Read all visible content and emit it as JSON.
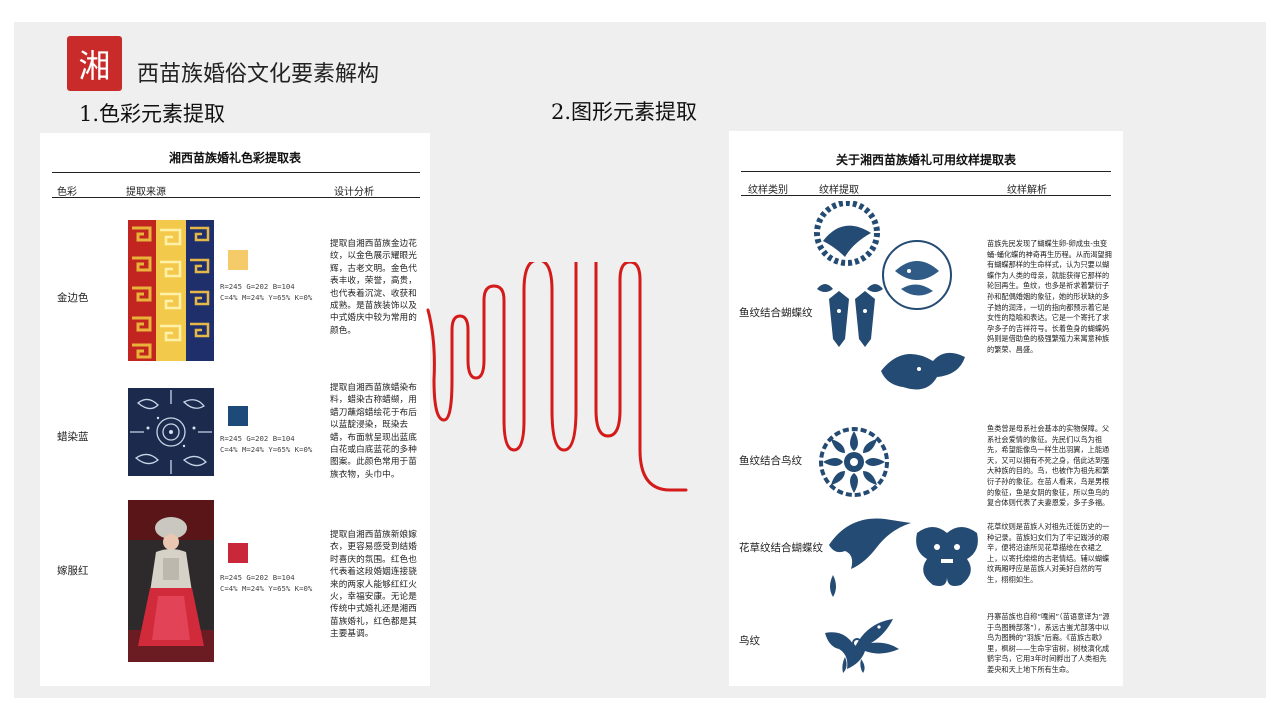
{
  "header": {
    "logo_char": "湘",
    "title": "西苗族婚俗文化要素解构"
  },
  "sections": {
    "color": "1.色彩元素提取",
    "pattern": "2.图形元素提取"
  },
  "color_table": {
    "title": "湘西苗族婚礼色彩提取表",
    "headers": [
      "色彩",
      "提取来源",
      "设计分析"
    ],
    "rows": [
      {
        "name": "金边色",
        "swatch": "#f5ca68",
        "rgb": "R=245 G=202 B=104",
        "cmyk": "C=4% M=24% Y=65% K=0%",
        "analysis": "提取自湘西苗族金边花纹，以金色展示耀眼光辉，古老文明。金色代表丰收，荣誉，高贵，也代表着沉淀、收获和成熟。是苗族装饰以及中式婚庆中较为常用的颜色。"
      },
      {
        "name": "蜡染蓝",
        "swatch": "#1e4a79",
        "rgb": "R=245 G=202 B=104",
        "cmyk": "C=4% M=24% Y=65% K=0%",
        "analysis": "提取自湘西苗族蜡染布料，蜡染古称蜡缬，用蜡刀蘸熔蜡绘花于布后以蓝靛浸染，既染去蜡，布面就呈现出蓝底白花或白底蓝花的多种图案。此颜色常用于苗族衣物，头巾中。"
      },
      {
        "name": "嫁服红",
        "swatch": "#c9283a",
        "rgb": "R=245 G=202 B=104",
        "cmyk": "C=4% M=24% Y=65% K=0%",
        "analysis": "提取自湘西苗族新娘嫁衣，更容易感受到结婚时喜庆的氛围。红色也代表着这段婚姻连接骁来的两家人能够红红火火，幸福安康。无论是传统中式婚礼还是湘西苗族婚礼，红色都是其主要基调。"
      }
    ]
  },
  "pattern_table": {
    "title": "关于湘西苗族婚礼可用纹样提取表",
    "headers": [
      "纹样类别",
      "纹样提取",
      "纹样解析"
    ],
    "rows": [
      {
        "name": "鱼纹结合蝴蝶纹",
        "analysis": "苗族先民发现了蝴蝶生卵-卵成虫-虫变蛹-蛹化蝶的神奇再生历程。从而渴望拥有蝴蝶那样的生命样式，认为只要以蝴蝶作为人类的母亲，就能获得它那样的轮回再生。鱼纹，也多是祈求着繁衍子孙和配偶婚姻的象征，她的形状缺的多子她的润泽，一切的指向都预示着它是女性的隐喻和表达。它是一个寄托了求孕多子的吉祥符号。长着鱼身的蝴蝶妈妈则是借助鱼的极强繁殖力来寓意种族的繁荣、昌盛。"
      },
      {
        "name": "鱼纹结合鸟纹",
        "analysis": "鱼类曾是母系社会基本的实物保障。父系社会爱情的象征。先民们以鸟为祖先，希望能像鸟一样生出羽翼，上能通天，又可以拥有不死之身，借此达到强大种族的目的。鸟，也被作为祖先和繁衍子孙的象征。在苗人看来，鸟是男根的象征，鱼是女阴的象征，所以鱼鸟的复合体则代表了夫妻恩爱，多子多福。"
      },
      {
        "name": "花草纹结合蝴蝶纹",
        "analysis": "花草纹则是苗族人对祖先迁徙历史的一种记录。苗族妇女们为了牢记跋涉的艰辛，便将沿途所见花草描绘在衣裙之上，以寄托绵绵的古老情结。辅以蝴蝶纹两厢呼应是苗族人对美好自然的写生，栩栩如生。"
      },
      {
        "name": "鸟纹",
        "analysis": "丹寨苗族也自称“嘎闹”（苗语意译为“源于鸟图腾部落”），系远古蚩尤部落中以鸟为图腾的“羽族”后裔。《苗族古歌》里，枫树——生命宇宙树，树枝演化成鹡宇鸟，它用3年时间孵出了人类祖先姜央和天上地下所有生命。"
      }
    ]
  },
  "colors": {
    "accent_red": "#c92a2a",
    "line_red": "#d41a1a",
    "indigo": "#1e4a79"
  },
  "icons": {
    "fish_butterfly": "fish-butterfly-pattern",
    "fish_bird": "fish-bird-pattern",
    "flower_butterfly": "flower-butterfly-pattern",
    "bird": "phoenix-bird-pattern"
  }
}
